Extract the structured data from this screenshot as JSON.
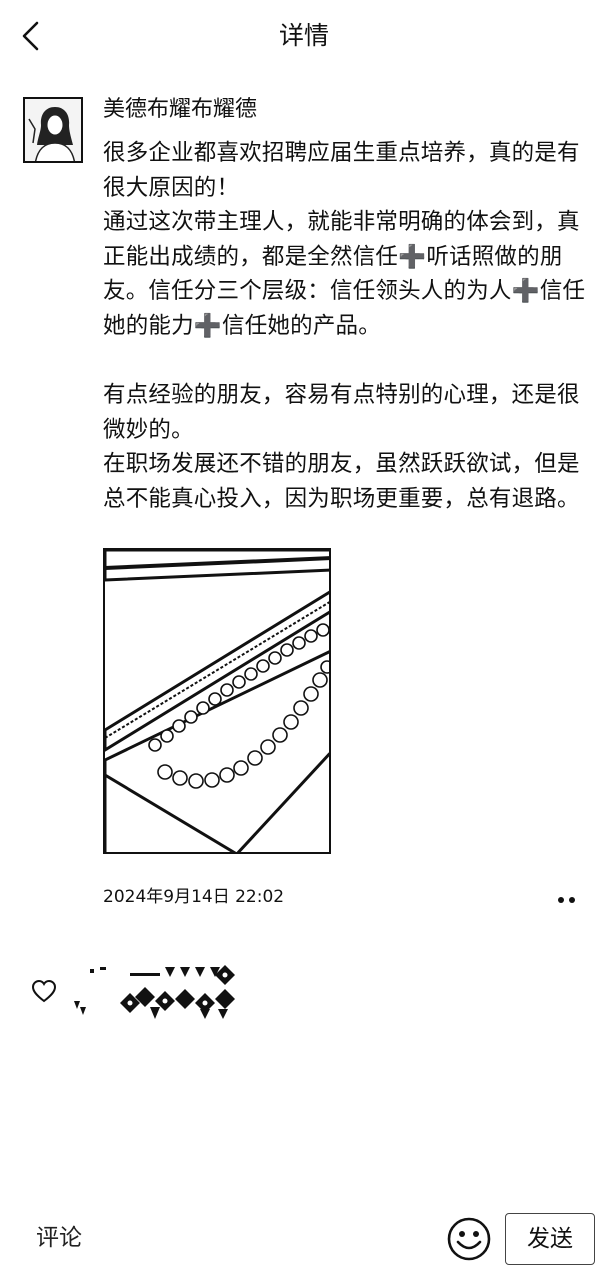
{
  "nav": {
    "back_icon": "chevron-left-icon",
    "title": "详情"
  },
  "post": {
    "username": "美德布耀布耀德",
    "text": "很多企业都喜欢招聘应届生重点培养，真的是有很大原因的！\n通过这次带主理人，就能非常明确的体会到，真正能出成绩的，都是全然信任➕听话照做的朋友。信任分三个层级：信任领头人的为人➕信任她的能力➕信任她的产品。\n\n有点经验的朋友，容易有点特别的心理，还是很微妙的。\n在职场发展还不错的朋友，虽然跃跃欲试，但是总不能真心投入，因为职场更重要，总有退路。",
    "timestamp": "2024年9月14日 22:02",
    "more_icon": "more-dots-icon"
  },
  "likes": {
    "icon": "heart-icon"
  },
  "comment_bar": {
    "placeholder": "评论",
    "emoji_icon": "smiley-face-icon",
    "send_label": "发送"
  }
}
